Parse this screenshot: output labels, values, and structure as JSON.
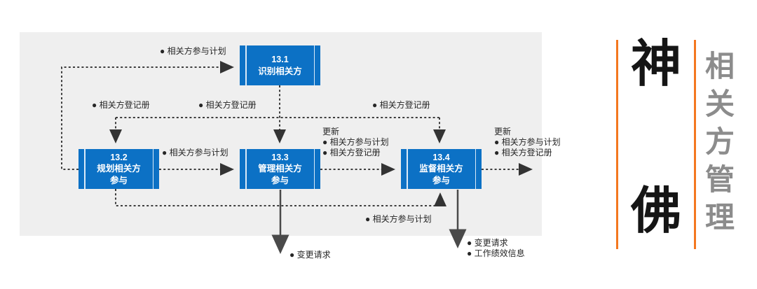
{
  "diagram": {
    "boxes": [
      {
        "code": "13.1",
        "name": "识别相关方"
      },
      {
        "code": "13.2",
        "name": "规划相关方参与"
      },
      {
        "code": "13.3",
        "name": "管理相关方参与"
      },
      {
        "code": "13.4",
        "name": "监督相关方参与"
      }
    ],
    "labels": {
      "plan_top": "● 相关方参与计划",
      "register_left": "● 相关方登记册",
      "register_mid": "● 相关方登记册",
      "register_right": "● 相关方登记册",
      "plan_mid": "● 相关方参与计划",
      "plan_bottom": "● 相关方参与计划",
      "update_133": {
        "title": "更新",
        "items": [
          "● 相关方参与计划",
          "● 相关方登记册"
        ]
      },
      "update_134": {
        "title": "更新",
        "items": [
          "● 相关方参与计划",
          "● 相关方登记册"
        ]
      },
      "change_request_133": "● 变更请求",
      "outputs_134": [
        "● 变更请求",
        "● 工作绩效信息"
      ]
    }
  },
  "brand": {
    "char_top": "神",
    "char_bottom": "佛",
    "vertical_title": "相关方管理"
  },
  "colors": {
    "process_blue": "#0c71c5",
    "panel_gray": "#efefef",
    "accent_orange": "#f4771f",
    "title_gray": "#8c8c8c"
  }
}
